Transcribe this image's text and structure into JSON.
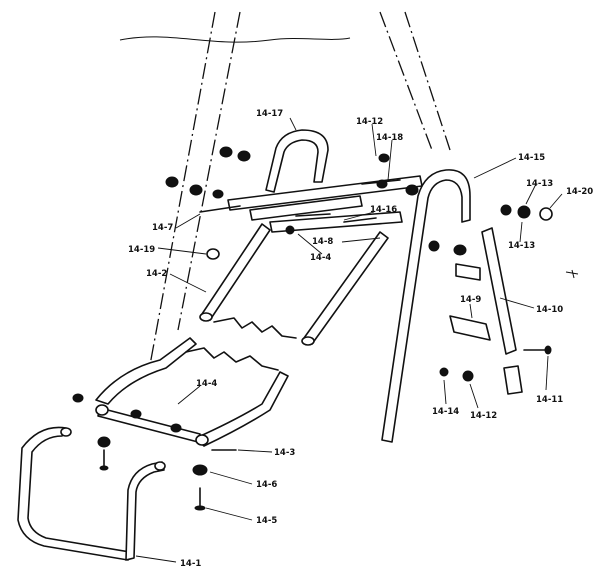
{
  "diagram": {
    "parts": [
      {
        "id": "part-14-1",
        "label": "14-1"
      },
      {
        "id": "part-14-2",
        "label": "14-2"
      },
      {
        "id": "part-14-3",
        "label": "14-3"
      },
      {
        "id": "part-14-4-lower",
        "label": "14-4"
      },
      {
        "id": "part-14-4-upper",
        "label": "14-4"
      },
      {
        "id": "part-14-5",
        "label": "14-5"
      },
      {
        "id": "part-14-6",
        "label": "14-6"
      },
      {
        "id": "part-14-7",
        "label": "14-7"
      },
      {
        "id": "part-14-8",
        "label": "14-8"
      },
      {
        "id": "part-14-9",
        "label": "14-9"
      },
      {
        "id": "part-14-10",
        "label": "14-10"
      },
      {
        "id": "part-14-11",
        "label": "14-11"
      },
      {
        "id": "part-14-12-upper",
        "label": "14-12"
      },
      {
        "id": "part-14-12-lower",
        "label": "14-12"
      },
      {
        "id": "part-14-13-upper",
        "label": "14-13"
      },
      {
        "id": "part-14-13-lower",
        "label": "14-13"
      },
      {
        "id": "part-14-14",
        "label": "14-14"
      },
      {
        "id": "part-14-15",
        "label": "14-15"
      },
      {
        "id": "part-14-16",
        "label": "14-16"
      },
      {
        "id": "part-14-17",
        "label": "14-17"
      },
      {
        "id": "part-14-18",
        "label": "14-18"
      },
      {
        "id": "part-14-19",
        "label": "14-19"
      },
      {
        "id": "part-14-20",
        "label": "14-20"
      }
    ]
  }
}
